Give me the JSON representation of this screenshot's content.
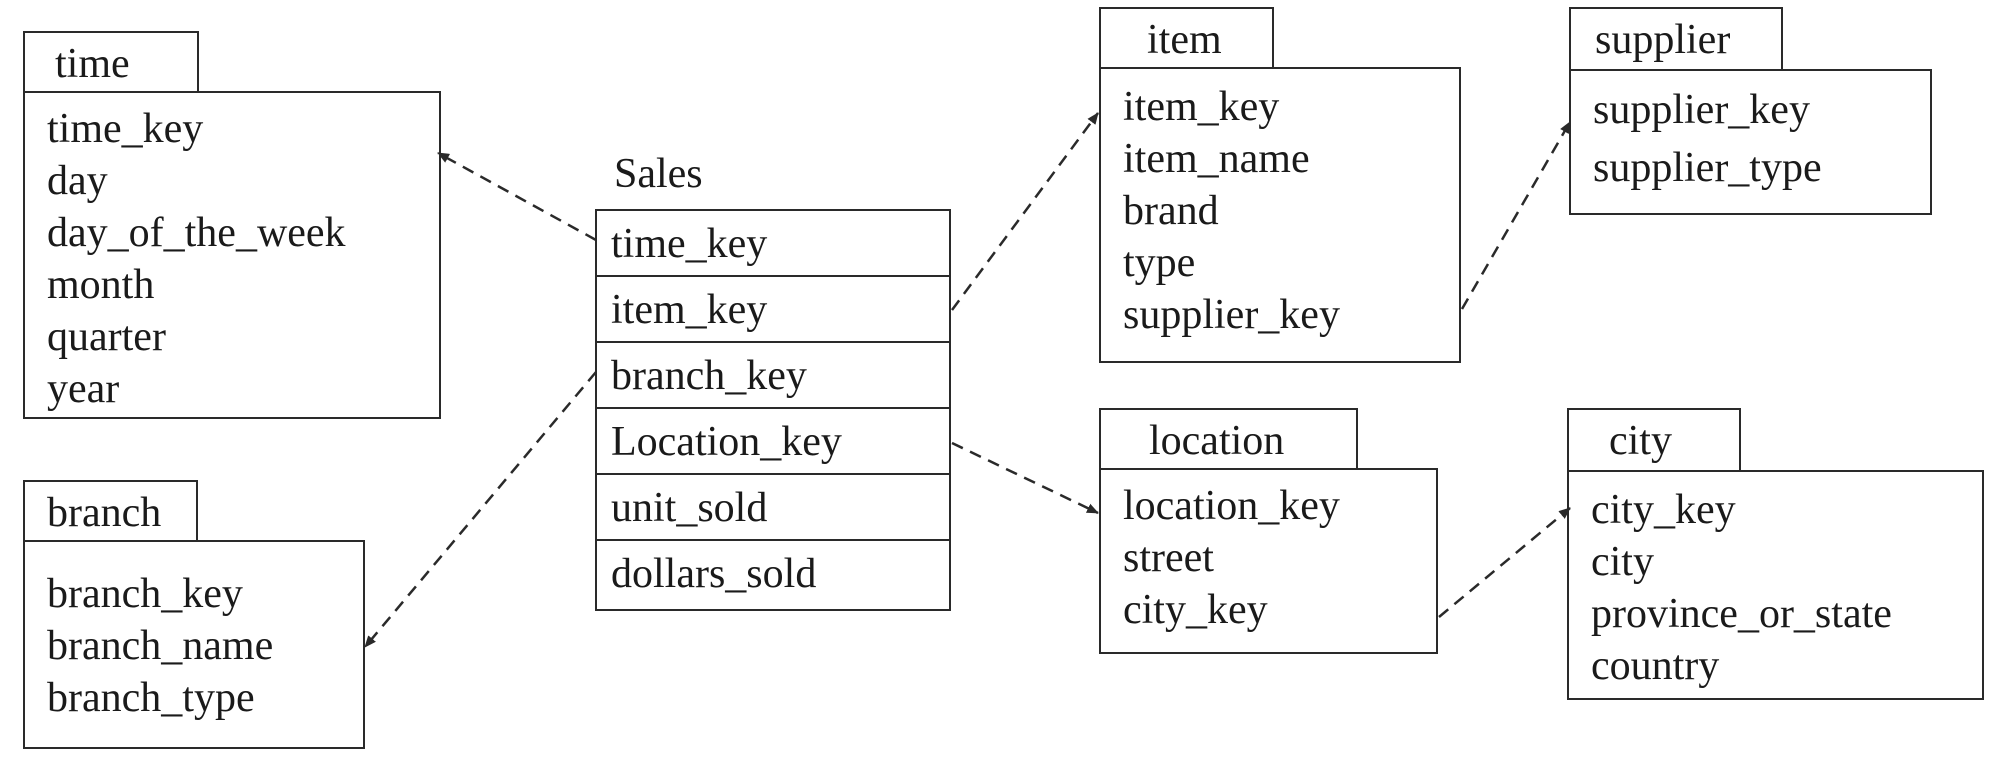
{
  "sales": {
    "title": "Sales",
    "fields": [
      "time_key",
      "item_key",
      "branch_key",
      "Location_key",
      "unit_sold",
      "dollars_sold"
    ]
  },
  "time": {
    "title": "time",
    "fields": [
      "time_key",
      "day",
      "day_of_the_week",
      "month",
      "quarter",
      "year"
    ]
  },
  "branch": {
    "title": "branch",
    "fields": [
      "branch_key",
      "branch_name",
      "branch_type"
    ]
  },
  "item": {
    "title": "item",
    "fields": [
      "item_key",
      "item_name",
      "brand",
      "type",
      "supplier_key"
    ]
  },
  "supplier": {
    "title": "supplier",
    "fields": [
      "supplier_key",
      "supplier_type"
    ]
  },
  "location": {
    "title": "location",
    "fields": [
      "location_key",
      "street",
      "city_key"
    ]
  },
  "city": {
    "title": "city",
    "fields": [
      "city_key",
      "city",
      "province_or_state",
      "country"
    ]
  },
  "colors": {
    "line": "#2a2a2a",
    "background": "#ffffff"
  }
}
